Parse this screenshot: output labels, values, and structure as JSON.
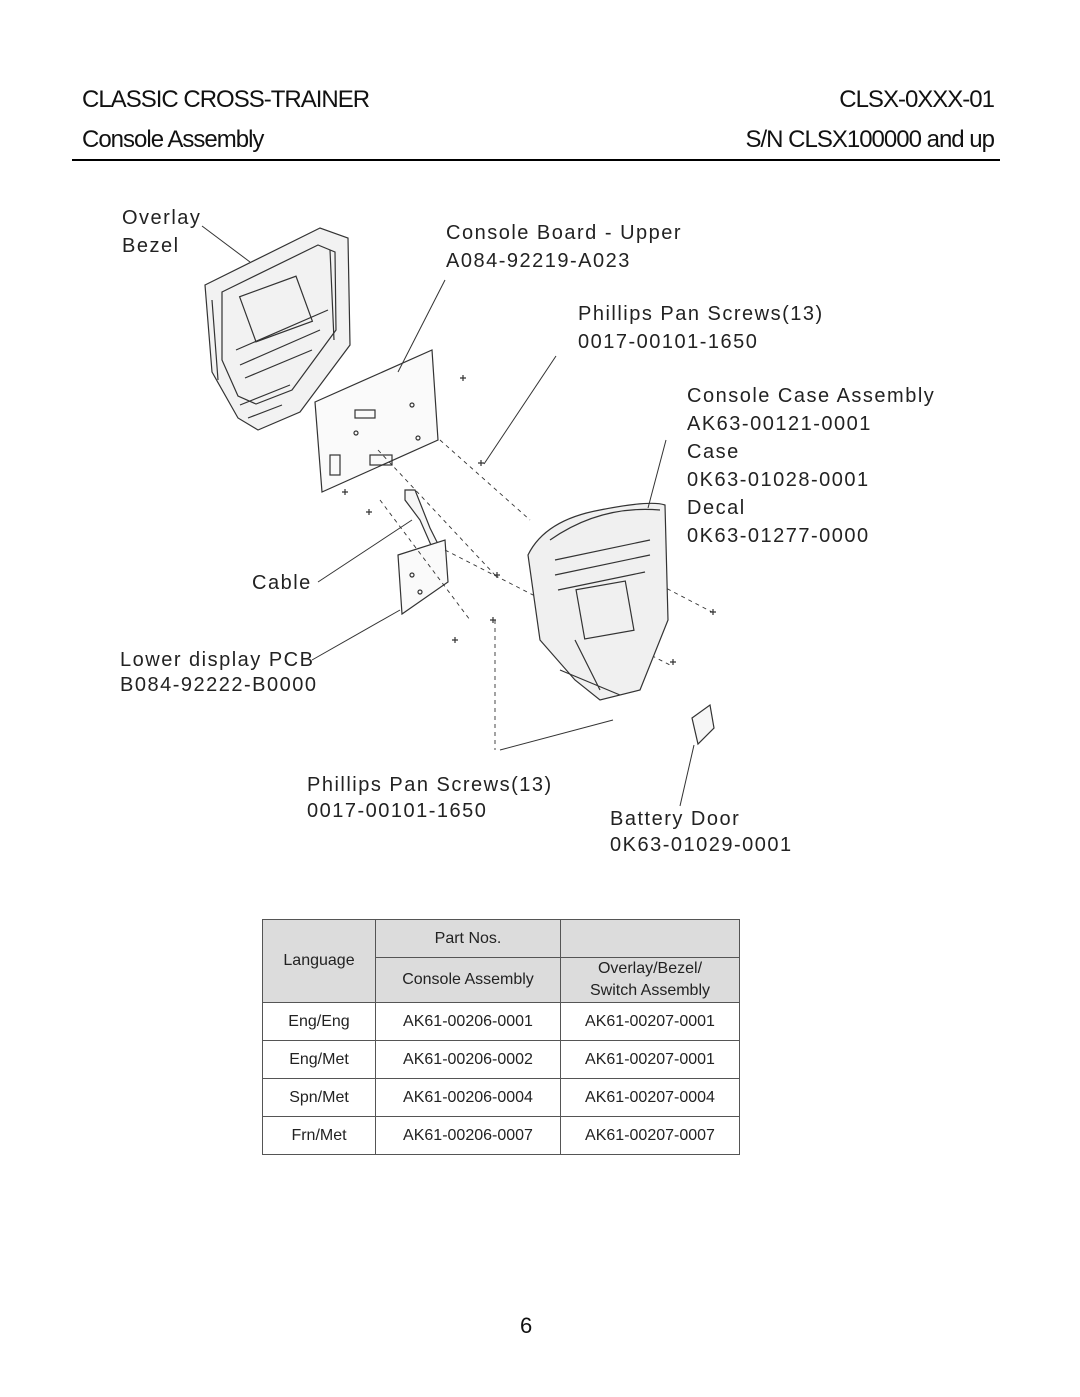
{
  "header": {
    "title": "CLASSIC CROSS-TRAINER",
    "model": "CLSX-0XXX-01",
    "section": "Console Assembly",
    "serial": "S/N CLSX100000 and up"
  },
  "labels": {
    "overlay": "Overlay",
    "bezel": "Bezel",
    "console_board_name": "Console Board - Upper",
    "console_board_pn": "A084-92219-A023",
    "screws_top_name": "Phillips Pan Screws(13)",
    "screws_top_pn": "0017-00101-1650",
    "case_assembly_name": "Console Case Assembly",
    "case_assembly_pn": "AK63-00121-0001",
    "case_name": "Case",
    "case_pn": "0K63-01028-0001",
    "decal_name": "Decal",
    "decal_pn": "0K63-01277-0000",
    "cable": "Cable",
    "lower_pcb_name": "Lower display PCB",
    "lower_pcb_pn": "B084-92222-B0000",
    "screws_bottom_name": "Phillips Pan Screws(13)",
    "screws_bottom_pn": "0017-00101-1650",
    "battery_door_name": "Battery Door",
    "battery_door_pn": "0K63-01029-0001"
  },
  "table": {
    "part_nos": "Part Nos.",
    "language": "Language",
    "console_assembly": "Console Assembly",
    "overlay_line1": "Overlay/Bezel/",
    "overlay_line2": "Switch Assembly",
    "rows": [
      {
        "lang": "Eng/Eng",
        "console": "AK61-00206-0001",
        "overlay": "AK61-00207-0001"
      },
      {
        "lang": "Eng/Met",
        "console": "AK61-00206-0002",
        "overlay": "AK61-00207-0001"
      },
      {
        "lang": "Spn/Met",
        "console": "AK61-00206-0004",
        "overlay": "AK61-00207-0004"
      },
      {
        "lang": "Frn/Met",
        "console": "AK61-00206-0007",
        "overlay": "AK61-00207-0007"
      }
    ]
  },
  "page_number": "6"
}
